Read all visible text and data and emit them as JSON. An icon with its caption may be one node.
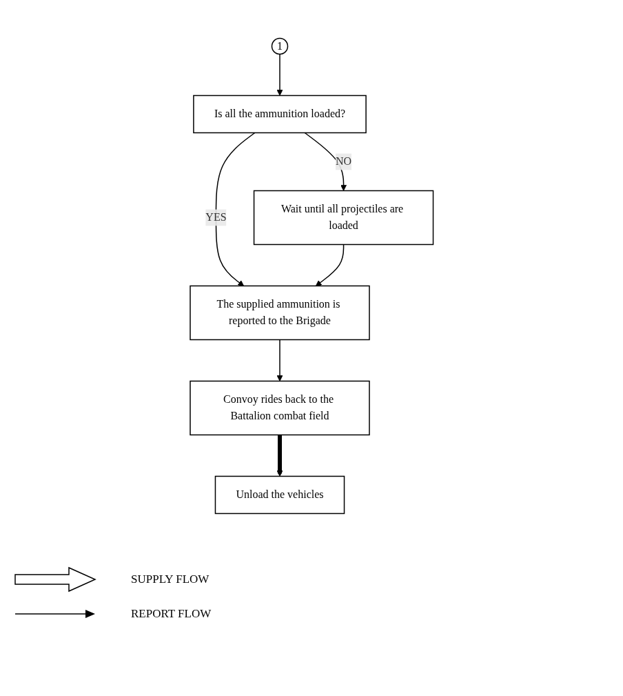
{
  "diagram": {
    "nodes": [
      {
        "text": [
          "1"
        ]
      },
      {
        "text": [
          "Is all the ammunition loaded?"
        ]
      },
      {
        "text": [
          "The supplied ammunition is reported to the Brigade"
        ]
      },
      {
        "text": [
          "Wait until all projectiles are loaded"
        ]
      },
      {
        "text": [
          "Convoy rides back to the Battalion combat field"
        ]
      },
      {
        "text": [
          "Unload the vehicles"
        ]
      }
    ],
    "edges": [
      {
        "from": 0,
        "to": 1,
        "arrow": "to"
      },
      {
        "from": 1,
        "to": 2,
        "arrow": "to",
        "label": "YES"
      },
      {
        "from": 1,
        "to": 3,
        "arrow": "to",
        "label": "NO"
      },
      {
        "from": 3,
        "to": 2,
        "arrow": "to"
      },
      {
        "from": 2,
        "to": 4,
        "arrow": "to"
      },
      {
        "from": 4,
        "to": 5,
        "arrow": "to",
        "style": "thick"
      }
    ],
    "legend": [
      {
        "text": "SUPPLY FLOW"
      },
      {
        "text": "REPORT FLOW"
      }
    ]
  }
}
